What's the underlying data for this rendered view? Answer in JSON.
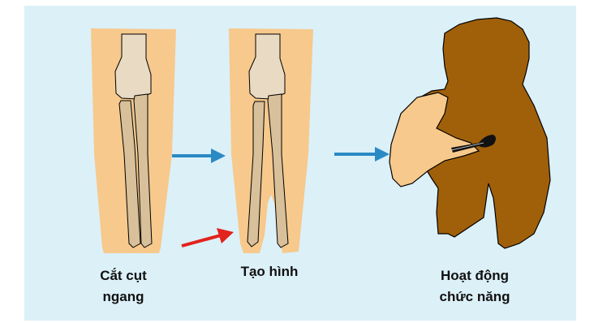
{
  "colors": {
    "background": "#dcf0f8",
    "skin": "#f7c98c",
    "bone": "#d8c09a",
    "bone_outline": "#000000",
    "body_brown": "#a0600a",
    "arrow_blue": "#2a8ac4",
    "arrow_red": "#e2221c"
  },
  "steps": [
    {
      "label_line1": "Cắt cụt",
      "label_line2": "ngang",
      "icon": "amputated-forearm"
    },
    {
      "label_line1": "Tạo hình",
      "label_line2": "",
      "icon": "krukenberg-forearm"
    },
    {
      "label_line1": "Hoạt động",
      "label_line2": "chức năng",
      "icon": "person-using-spoon"
    }
  ],
  "arrows": [
    {
      "kind": "blue",
      "meaning": "next-step"
    },
    {
      "kind": "blue",
      "meaning": "next-step"
    },
    {
      "kind": "red",
      "meaning": "cleft"
    }
  ]
}
